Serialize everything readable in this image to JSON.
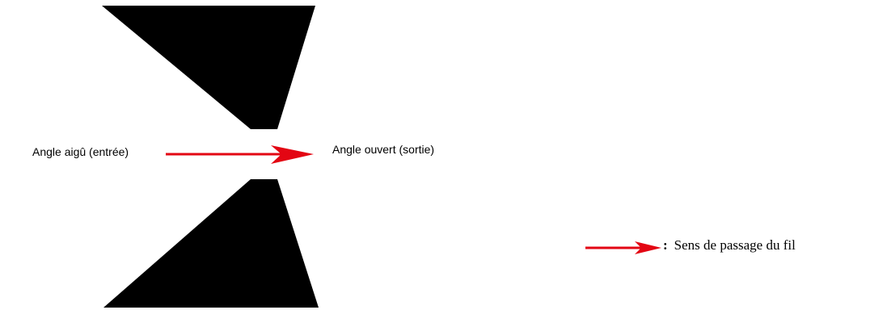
{
  "labels": {
    "entry": "Angle aigû (entrée)",
    "exit": "Angle ouvert (sortie)"
  },
  "legend": {
    "separator": ":",
    "text": "Sens de passage du fil"
  },
  "colors": {
    "shape": "#000000",
    "arrow": "#e30613",
    "background": "#ffffff"
  },
  "icons": {
    "flow_arrow": "right-arrow-icon",
    "legend_arrow": "right-arrow-icon"
  }
}
